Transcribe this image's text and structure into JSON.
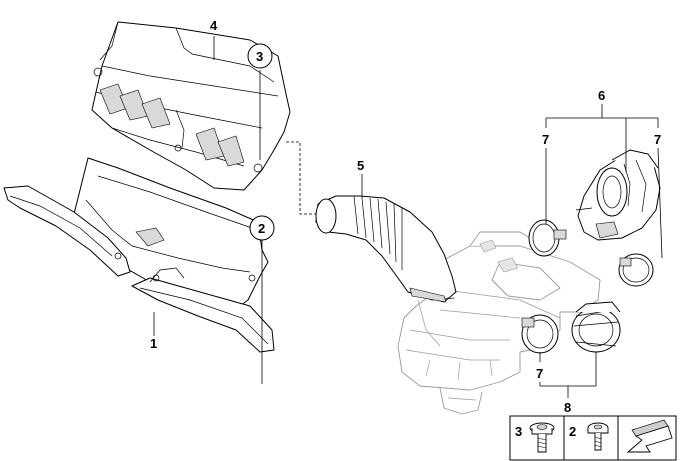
{
  "diagram": {
    "callouts": {
      "c1": "1",
      "c2": "2",
      "c3": "3",
      "c4": "4",
      "c5": "5",
      "c6": "6",
      "c7a": "7",
      "c7b": "7",
      "c7c": "7",
      "c8": "8"
    },
    "legend": {
      "item3": "3",
      "item2": "2"
    },
    "icons": {
      "screw_3": "flange-bolt-icon",
      "screw_2": "flange-screw-icon",
      "arrow": "direction-arrow-icon"
    }
  }
}
